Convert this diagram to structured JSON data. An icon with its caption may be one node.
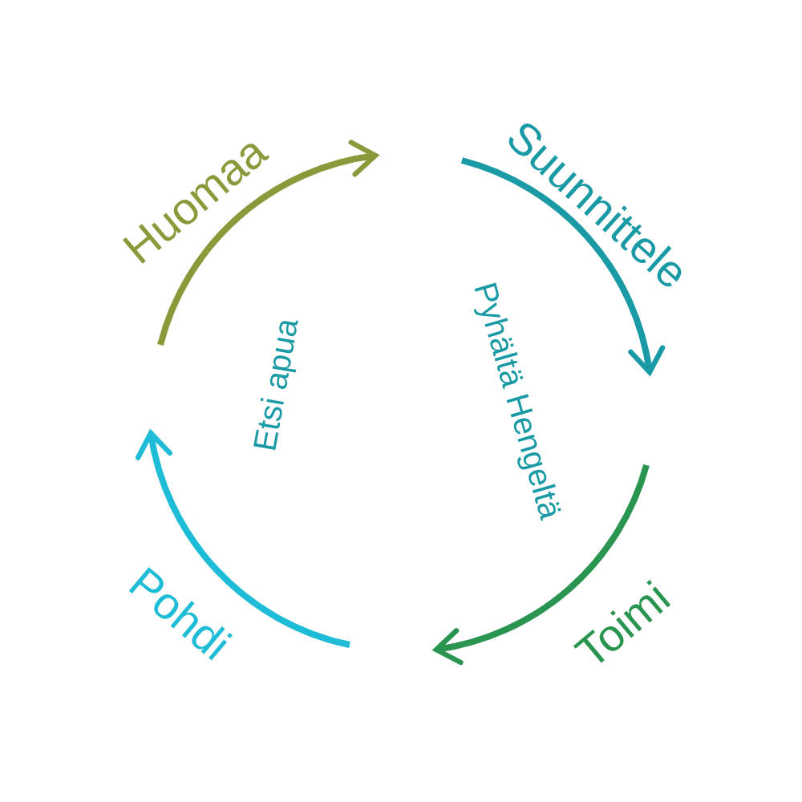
{
  "diagram": {
    "labels": [
      "Huomaa",
      "Suunnittele",
      "Toimi",
      "Pohdi",
      "Etsi apua",
      "Pyhältä Hengeltä"
    ]
  }
}
